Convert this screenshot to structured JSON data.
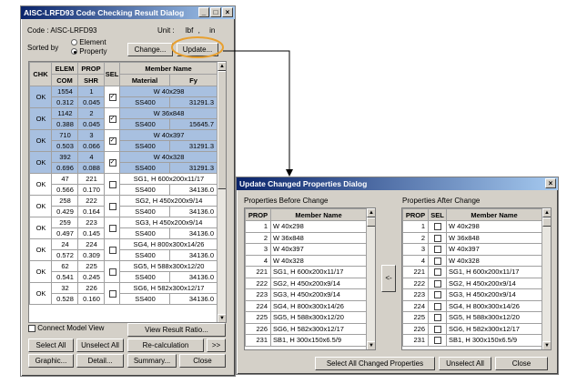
{
  "left": {
    "title": "AISC-LRFD93 Code Checking Result Dialog",
    "code_label": "Code : AISC-LRFD93",
    "unit_label": "Unit :",
    "unit_force": "lbf",
    "unit_sep": ",",
    "unit_length": "in",
    "sorted_by": "Sorted by",
    "radio_element": "Element",
    "radio_property": "Property",
    "change_btn": "Change...",
    "update_btn": "Update...",
    "headers": {
      "chk": "CHK",
      "elem": "ELEM",
      "com": "COM",
      "prop": "PROP",
      "shr": "SHR",
      "sel": "SEL",
      "member": "Member Name",
      "material": "Material",
      "fy": "Fy"
    },
    "rows": [
      {
        "chk": "OK",
        "elem": "1554",
        "com": "0.312",
        "prop": "1",
        "shr": "0.045",
        "sel": true,
        "member": "W 40x298",
        "material": "SS400",
        "fy": "31291.3",
        "hl": true
      },
      {
        "chk": "OK",
        "elem": "1142",
        "com": "0.388",
        "prop": "2",
        "shr": "0.045",
        "sel": true,
        "member": "W 36x848",
        "material": "SS400",
        "fy": "15645.7",
        "hl": true
      },
      {
        "chk": "OK",
        "elem": "710",
        "com": "0.503",
        "prop": "3",
        "shr": "0.066",
        "sel": true,
        "member": "W 40x397",
        "material": "SS400",
        "fy": "31291.3",
        "hl": true
      },
      {
        "chk": "OK",
        "elem": "392",
        "com": "0.696",
        "prop": "4",
        "shr": "0.088",
        "sel": true,
        "member": "W 40x328",
        "material": "SS400",
        "fy": "31291.3",
        "hl": true
      },
      {
        "chk": "OK",
        "elem": "47",
        "com": "0.566",
        "prop": "221",
        "shr": "0.170",
        "sel": false,
        "member": "SG1, H 600x200x11/17",
        "material": "SS400",
        "fy": "34136.0",
        "hl": false
      },
      {
        "chk": "OK",
        "elem": "258",
        "com": "0.429",
        "prop": "222",
        "shr": "0.164",
        "sel": false,
        "member": "SG2, H 450x200x9/14",
        "material": "SS400",
        "fy": "34136.0",
        "hl": false
      },
      {
        "chk": "OK",
        "elem": "259",
        "com": "0.497",
        "prop": "223",
        "shr": "0.145",
        "sel": false,
        "member": "SG3, H 450x200x9/14",
        "material": "SS400",
        "fy": "34136.0",
        "hl": false
      },
      {
        "chk": "OK",
        "elem": "24",
        "com": "0.572",
        "prop": "224",
        "shr": "0.309",
        "sel": false,
        "member": "SG4, H 800x300x14/26",
        "material": "SS400",
        "fy": "34136.0",
        "hl": false
      },
      {
        "chk": "OK",
        "elem": "62",
        "com": "0.541",
        "prop": "225",
        "shr": "0.245",
        "sel": false,
        "member": "SG5, H 588x300x12/20",
        "material": "SS400",
        "fy": "34136.0",
        "hl": false
      },
      {
        "chk": "OK",
        "elem": "32",
        "com": "0.528",
        "prop": "226",
        "shr": "0.160",
        "sel": false,
        "member": "SG6, H 582x300x12/17",
        "material": "SS400",
        "fy": "34136.0",
        "hl": false
      }
    ],
    "connect_model_view": "Connect Model View",
    "view_result_ratio": "View Result Ratio...",
    "select_all": "Select All",
    "unselect_all": "Unselect All",
    "recalc": "Re-calculation",
    "more": ">>",
    "graphic": "Graphic...",
    "detail": "Detail...",
    "summary": "Summary...",
    "close": "Close"
  },
  "right": {
    "title": "Update Changed Properties Dialog",
    "before_label": "Properties Before Change",
    "after_label": "Properties After Change",
    "headers": {
      "prop": "PROP",
      "sel": "SEL",
      "member": "Member Name"
    },
    "before_rows": [
      {
        "prop": "1",
        "member": "W 40x298"
      },
      {
        "prop": "2",
        "member": "W 36x848"
      },
      {
        "prop": "3",
        "member": "W 40x397"
      },
      {
        "prop": "4",
        "member": "W 40x328"
      },
      {
        "prop": "221",
        "member": "SG1, H 600x200x11/17"
      },
      {
        "prop": "222",
        "member": "SG2, H 450x200x9/14"
      },
      {
        "prop": "223",
        "member": "SG3, H 450x200x9/14"
      },
      {
        "prop": "224",
        "member": "SG4, H 800x300x14/26"
      },
      {
        "prop": "225",
        "member": "SG5, H 588x300x12/20"
      },
      {
        "prop": "226",
        "member": "SG6, H 582x300x12/17"
      },
      {
        "prop": "231",
        "member": "SB1, H 300x150x6.5/9"
      }
    ],
    "after_rows": [
      {
        "prop": "1",
        "member": "W 40x298"
      },
      {
        "prop": "2",
        "member": "W 36x848"
      },
      {
        "prop": "3",
        "member": "W 40x397"
      },
      {
        "prop": "4",
        "member": "W 40x328"
      },
      {
        "prop": "221",
        "member": "SG1, H 600x200x11/17"
      },
      {
        "prop": "222",
        "member": "SG2, H 450x200x9/14"
      },
      {
        "prop": "223",
        "member": "SG3, H 450x200x9/14"
      },
      {
        "prop": "224",
        "member": "SG4, H 800x300x14/26"
      },
      {
        "prop": "225",
        "member": "SG5, H 588x300x12/20"
      },
      {
        "prop": "226",
        "member": "SG6, H 582x300x12/17"
      },
      {
        "prop": "231",
        "member": "SB1, H 300x150x6.5/9"
      }
    ],
    "arrow_btn": "<-",
    "select_all_changed": "Select All Changed Properties",
    "unselect_all": "Unselect All",
    "close": "Close"
  }
}
